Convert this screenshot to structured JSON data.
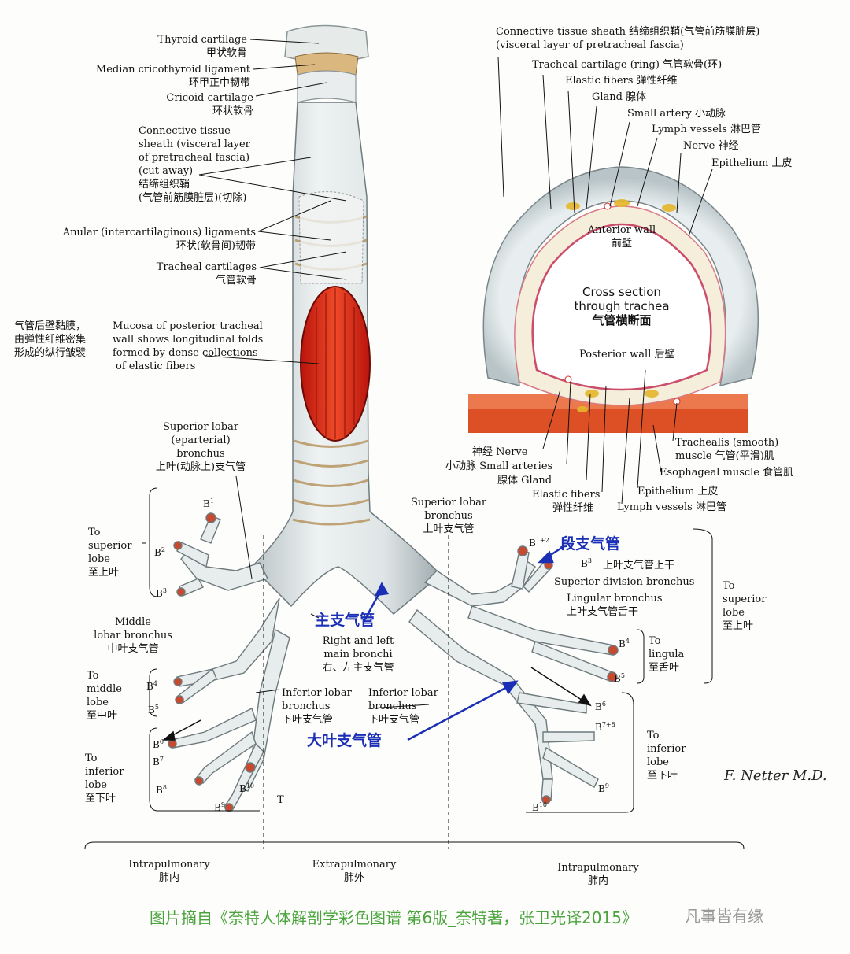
{
  "caption": "图片摘自《奈特人体解剖学彩色图谱 第6版_奈特著，张卫光译2015》",
  "watermark": "凡事皆有缘",
  "signature": "F. Netter M.D.",
  "left_labels": {
    "thyroid": {
      "en": "Thyroid cartilage",
      "zh": "甲状软骨"
    },
    "median": {
      "en": "Median cricothyroid ligament",
      "zh": "环甲正中韧带"
    },
    "cricoid": {
      "en": "Cricoid cartilage",
      "zh": "环状软骨"
    },
    "sheath": {
      "l1": "Connective tissue",
      "l2": "sheath (visceral layer",
      "l3": "of pretracheal fascia)",
      "l4": "(cut away)",
      "zh1": "结缔组织鞘",
      "zh2": "(气管前筋膜脏层)(切除)"
    },
    "anular": {
      "en": "Anular (intercartilaginous) ligaments",
      "zh": "环状(软骨间)韧带"
    },
    "tracheal": {
      "en": "Tracheal cartilages",
      "zh": "气管软骨"
    },
    "mucosa_zh": {
      "l1": "气管后壁黏膜，",
      "l2": "由弹性纤维密集",
      "l3": "形成的纵行皱襞"
    },
    "mucosa_en": {
      "l1": "Mucosa of posterior tracheal",
      "l2": "wall shows longitudinal folds",
      "l3": "formed by dense collections",
      "l4": "of elastic fibers"
    }
  },
  "cross_section": {
    "title1": "Cross section",
    "title2": "through trachea",
    "title_zh": "气管横断面",
    "anterior": {
      "en": "Anterior wall",
      "zh": "前壁"
    },
    "posterior": "Posterior wall 后壁",
    "top_labels": {
      "sheath1": "Connective tissue sheath 结缔组织鞘(气管前筋膜脏层)",
      "sheath2": "(visceral layer of pretracheal fascia)",
      "cartilage": "Tracheal cartilage (ring) 气管软骨(环)",
      "elastic": "Elastic fibers 弹性纤维",
      "gland": "Gland 腺体",
      "artery": "Small artery 小动脉",
      "lymph": "Lymph vessels 淋巴管",
      "nerve": "Nerve 神经",
      "epithelium": "Epithelium 上皮"
    },
    "bottom_labels": {
      "nerve": "神经 Nerve",
      "arteries": "小动脉 Small arteries",
      "gland": "腺体 Gland",
      "elastic_en": "Elastic fibers",
      "elastic_zh": "弹性纤维",
      "epithelium": "Epithelium 上皮",
      "lymph": "Lymph vessels 淋巴管",
      "trachealis1": "Trachealis (smooth)",
      "trachealis2": "muscle 气管(平滑)肌",
      "esophageal": "Esophageal muscle 食管肌"
    }
  },
  "bronchi": {
    "sup_lobar_left": {
      "l1": "Superior lobar",
      "l2": "(eparterial)",
      "l3": "bronchus",
      "zh": "上叶(动脉上)支气管"
    },
    "to_superior_left": {
      "l1": "To",
      "l2": "superior",
      "l3": "lobe",
      "zh": "至上叶"
    },
    "middle_lobar": {
      "l1": "Middle",
      "l2": "lobar bronchus",
      "zh": "中叶支气管"
    },
    "to_middle": {
      "l1": "To",
      "l2": "middle",
      "l3": "lobe",
      "zh": "至中叶"
    },
    "to_inferior_left": {
      "l1": "To",
      "l2": "inferior",
      "l3": "lobe",
      "zh": "至下叶"
    },
    "main_blue": "主支气管",
    "main": {
      "l1": "Right and left",
      "l2": "main bronchi",
      "zh": "右、左主支气管"
    },
    "inf_lobar_left": {
      "l1": "Inferior lobar",
      "l2": "bronchus",
      "zh": "下叶支气管"
    },
    "inf_lobar_right": {
      "l1": "Inferior lobar",
      "l2": "bronchus",
      "zh": "下叶支气管"
    },
    "lobar_blue": "大叶支气管",
    "segment_blue": "段支气管",
    "sup_lobar_right": {
      "l1": "Superior lobar",
      "l2": "bronchus",
      "zh": "上叶支气管"
    },
    "sup_trunk_zh": "上叶支气管上干",
    "sup_division": "Superior division bronchus",
    "lingular": {
      "en": "Lingular bronchus",
      "zh": "上叶支气管舌干"
    },
    "to_superior_right": {
      "l1": "To",
      "l2": "superior",
      "l3": "lobe",
      "zh": "至上叶"
    },
    "to_lingula": {
      "l1": "To",
      "l2": "lingula",
      "zh": "至舌叶"
    },
    "to_inferior_right": {
      "l1": "To",
      "l2": "inferior",
      "l3": "lobe",
      "zh": "至下叶"
    },
    "t_mark": "T",
    "segments": {
      "b1": "B",
      "b1s": "1",
      "b2": "B",
      "b2s": "2",
      "b3": "B",
      "b3s": "3",
      "b4": "B",
      "b4s": "4",
      "b5": "B",
      "b5s": "5",
      "b6": "B",
      "b6s": "6",
      "b7": "B",
      "b7s": "7",
      "b8": "B",
      "b8s": "8",
      "b9": "B",
      "b9s": "9",
      "b10": "B",
      "b10s": "10",
      "rb12": "B",
      "rb12s": "1+2",
      "rb3": "B",
      "rb3s": "3",
      "rb4": "B",
      "rb4s": "4",
      "rb5": "B",
      "rb5s": "5",
      "rb6": "B",
      "rb6s": "6",
      "rb78": "B",
      "rb78s": "7+8",
      "rb9": "B",
      "rb9s": "9",
      "rb10": "B",
      "rb10s": "10"
    }
  },
  "regions": {
    "left": {
      "en": "Intrapulmonary",
      "zh": "肺内"
    },
    "mid": {
      "en": "Extrapulmonary",
      "zh": "肺外"
    },
    "right": {
      "en": "Intrapulmonary",
      "zh": "肺内"
    }
  }
}
